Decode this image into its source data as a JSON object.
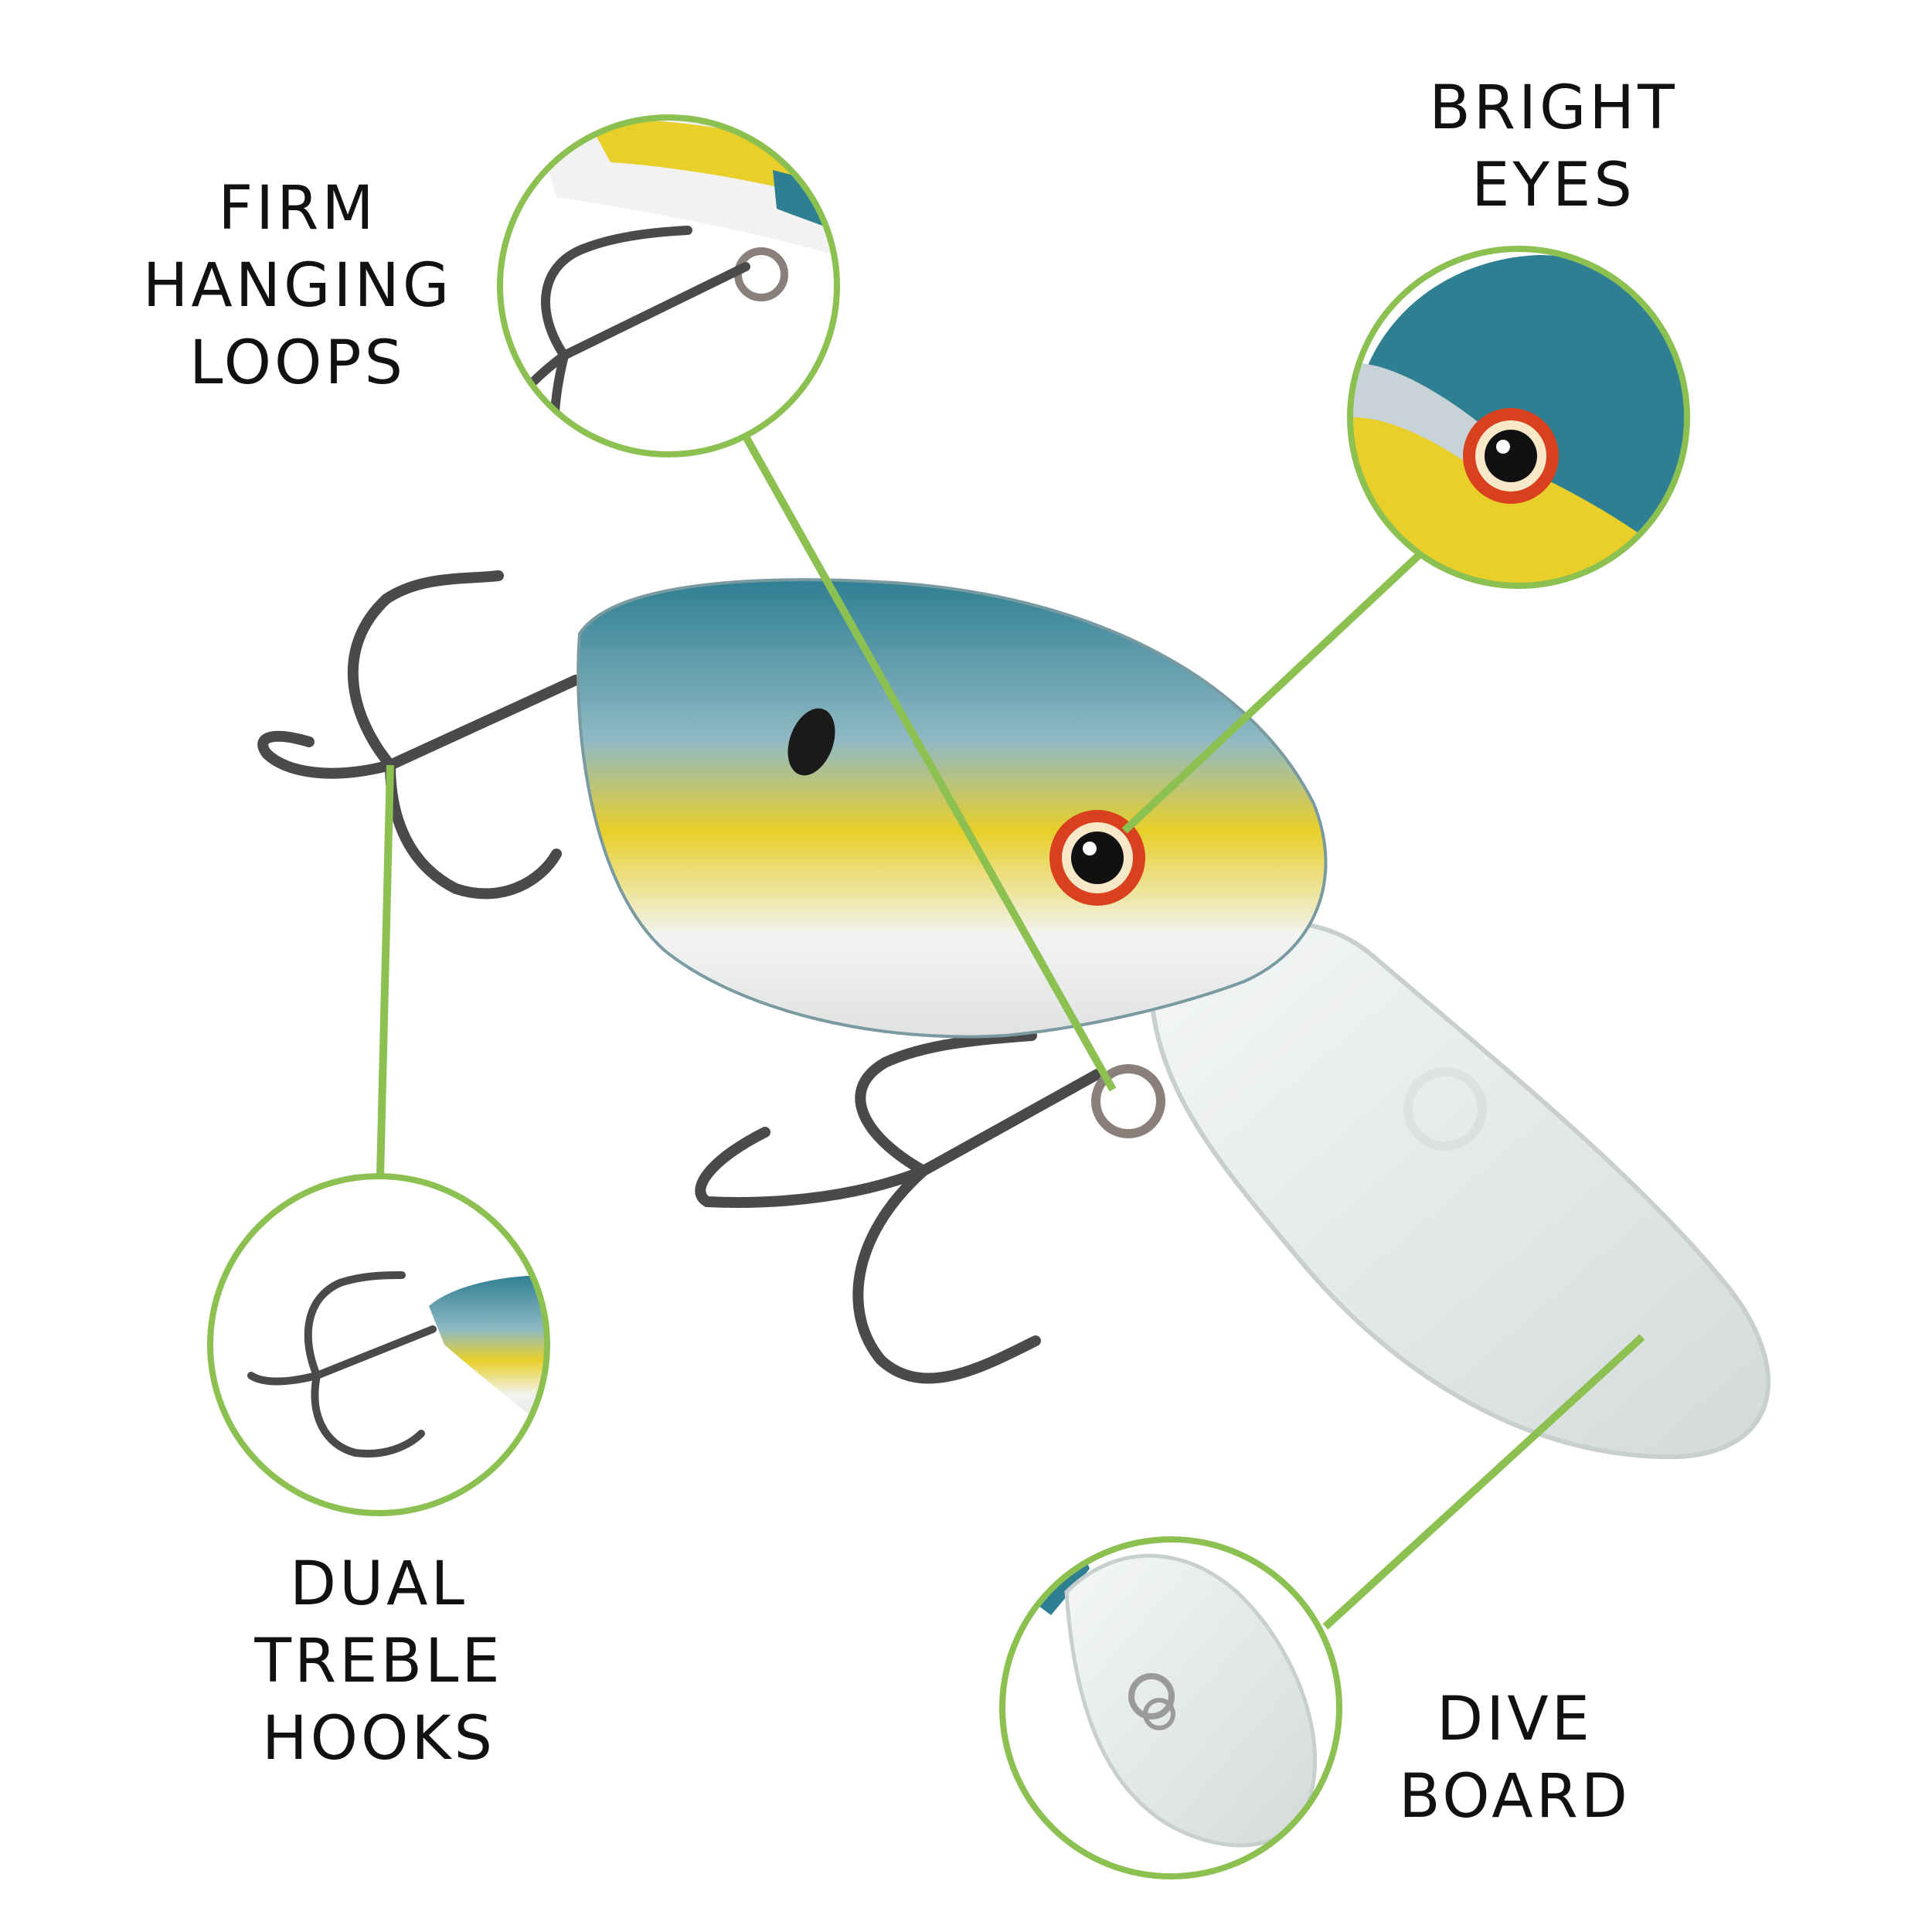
{
  "accent_color": "#8cc152",
  "features": {
    "firm_hanging_loops": {
      "lines": [
        "FIRM",
        "HANGING",
        "LOOPS"
      ]
    },
    "bright_eyes": {
      "lines": [
        "BRIGHT",
        "EYES"
      ]
    },
    "dual_treble_hooks": {
      "lines": [
        "DUAL",
        "TREBLE",
        "HOOKS"
      ]
    },
    "dive_board": {
      "lines": [
        "DIVE",
        "BOARD"
      ]
    }
  },
  "lure_colors": {
    "back": "#2f7f93",
    "side_yellow": "#e8cf2a",
    "belly": "#f2f4f2",
    "eye_ring": "#d8401e",
    "lip": "#dfe4e4",
    "hook": "#4a4a4a"
  }
}
